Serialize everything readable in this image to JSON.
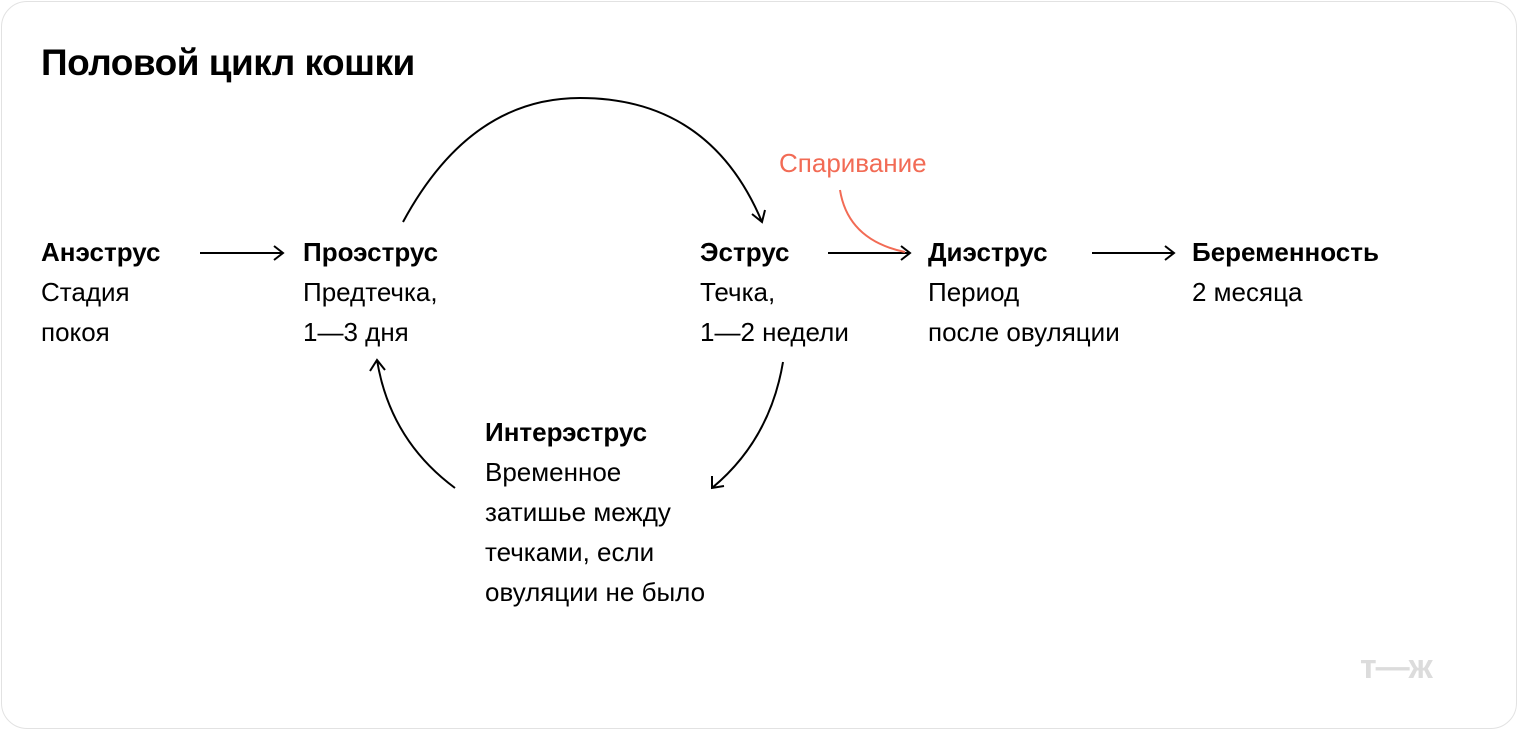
{
  "title": "Половой цикл кошки",
  "nodes": [
    {
      "name": "Анэструс",
      "lines": [
        "Стадия",
        "покоя"
      ]
    },
    {
      "name": "Проэструс",
      "lines": [
        "Предтечка,",
        "1—3 дня"
      ]
    },
    {
      "name": "Эструс",
      "lines": [
        "Течка,",
        "1—2 недели"
      ]
    },
    {
      "name": "Диэструс",
      "lines": [
        "Период",
        "после овуляции"
      ]
    },
    {
      "name": "Беременность",
      "lines": [
        "2 месяца"
      ]
    },
    {
      "name": "Интерэструс",
      "lines": [
        "Временное",
        "затишье между",
        "течками, если",
        "овуляции не было"
      ]
    }
  ],
  "mating_label": "Спаривание",
  "logo": "т—ж",
  "colors": {
    "accent": "#f26b55",
    "text": "#000000",
    "logo": "#dcdcdc"
  }
}
